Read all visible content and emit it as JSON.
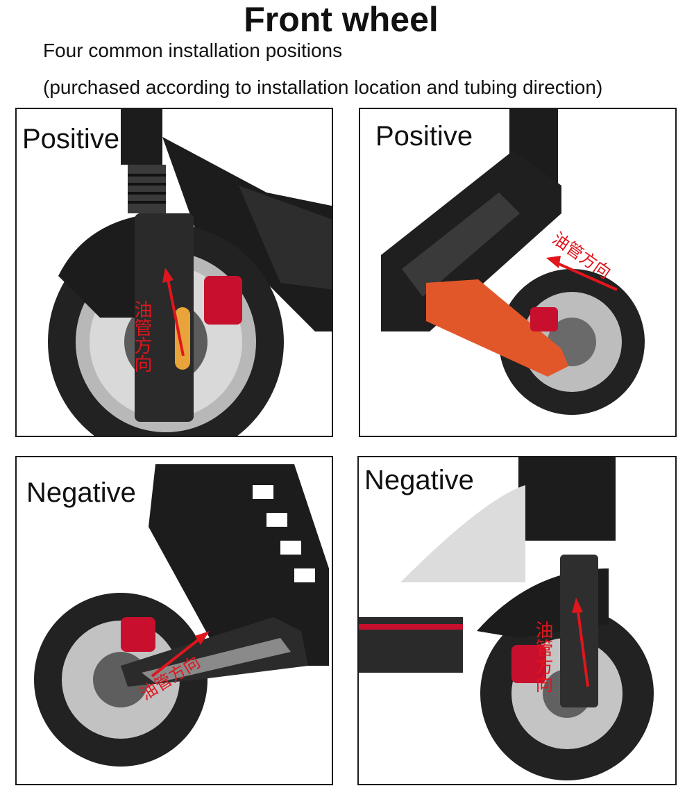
{
  "header": {
    "title": "Front wheel",
    "subtitle_line1": "Four common installation positions",
    "subtitle_line2": "(purchased according to installation location and tubing direction)"
  },
  "panels": [
    {
      "label": "Positive",
      "annotation": "油管方向",
      "arrow_color": "#e0161c"
    },
    {
      "label": "Positive",
      "annotation": "油管方向",
      "arrow_color": "#e0161c"
    },
    {
      "label": "Negative",
      "annotation": "油管方向",
      "arrow_color": "#e0161c"
    },
    {
      "label": "Negative",
      "annotation": "油管方向",
      "arrow_color": "#e0161c"
    }
  ],
  "colors": {
    "frame": "#1a1a1a",
    "scooter_body": "#1c1c1c",
    "tire": "#222222",
    "disc": "#c8c8c8",
    "caliper": "#c8102e",
    "swingarm_orange": "#e2572a"
  }
}
